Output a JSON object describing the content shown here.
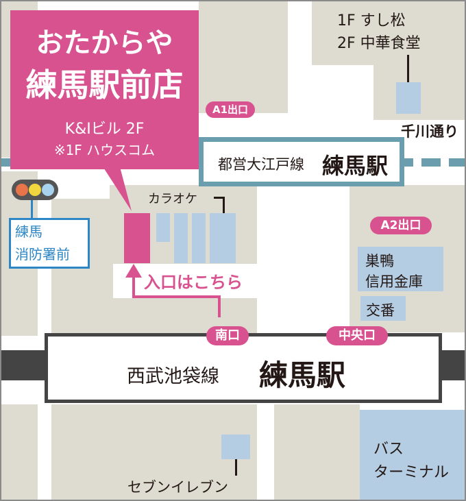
{
  "store": {
    "brand": "おたからや",
    "name": "練馬駅前店",
    "building": "K&Iビル 2F",
    "note": "※1F ハウスコム"
  },
  "tenants": {
    "floor1": "1F すし松",
    "floor2": "2F 中華食堂"
  },
  "landmarks": {
    "senkawa_dori": "千川通り",
    "karaoke": "カラオケ",
    "fire_station": [
      "練馬",
      "消防署前"
    ],
    "sugamo_bank": [
      "巣鴨",
      "信用金庫"
    ],
    "police_box": "交番",
    "seven_eleven": "セブンイレブン",
    "bus_terminal": [
      "バス",
      "ターミナル"
    ]
  },
  "exits": {
    "a1": "A1出口",
    "a2": "A2出口",
    "south": "南口",
    "central": "中央口"
  },
  "stations": {
    "oedo_line": "都営大江戸線",
    "oedo_station": "練馬駅",
    "seibu_line": "西武池袋線",
    "seibu_station": "練馬駅"
  },
  "entrance": "入口はこちら",
  "colors": {
    "accent_pink": "#d8528f",
    "building_blue": "#b4cde3",
    "block_beige": "#dedbd0",
    "oedo_line_teal": "#6a9eae",
    "rail_dark": "#444444",
    "callout_blue": "#2d86c5"
  },
  "traffic_light": [
    "red",
    "yellow",
    "blue"
  ]
}
